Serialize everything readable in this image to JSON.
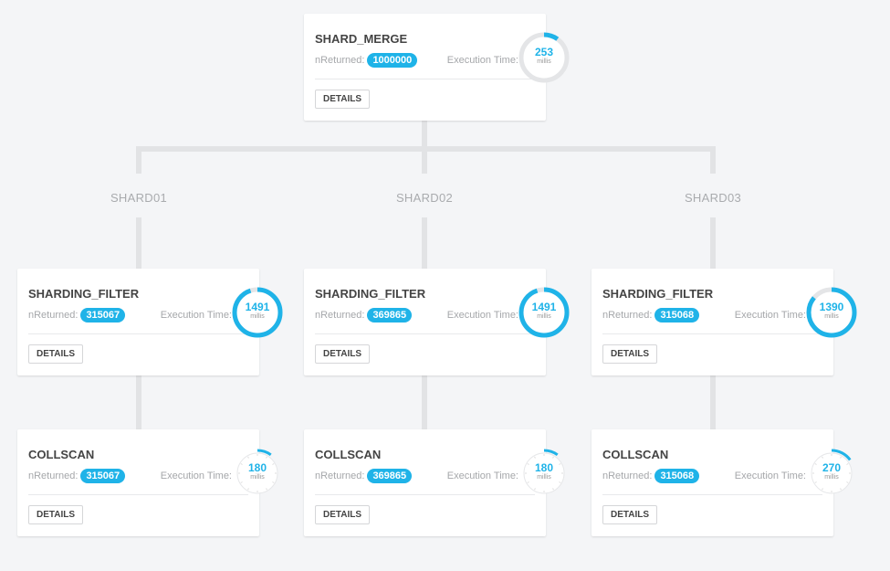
{
  "accent": "#1fb3e8",
  "shards": [
    "SHARD01",
    "SHARD02",
    "SHARD03"
  ],
  "nodes": [
    {
      "id": "merge",
      "title": "SHARD_MERGE",
      "returned_label": "nReturned:",
      "returned": "1000000",
      "exec_label": "Execution Time:",
      "time": "253",
      "unit": "millis",
      "progress": 0.1,
      "style": "thick",
      "details": "DETAILS"
    },
    {
      "id": "f1",
      "title": "SHARDING_FILTER",
      "returned_label": "nReturned:",
      "returned": "315067",
      "exec_label": "Execution Time:",
      "time": "1491",
      "unit": "millis",
      "progress": 0.95,
      "style": "thick",
      "details": "DETAILS"
    },
    {
      "id": "f2",
      "title": "SHARDING_FILTER",
      "returned_label": "nReturned:",
      "returned": "369865",
      "exec_label": "Execution Time:",
      "time": "1491",
      "unit": "millis",
      "progress": 0.95,
      "style": "thick",
      "details": "DETAILS"
    },
    {
      "id": "f3",
      "title": "SHARDING_FILTER",
      "returned_label": "nReturned:",
      "returned": "315068",
      "exec_label": "Execution Time:",
      "time": "1390",
      "unit": "millis",
      "progress": 0.86,
      "style": "thick",
      "details": "DETAILS"
    },
    {
      "id": "c1",
      "title": "COLLSCAN",
      "returned_label": "nReturned:",
      "returned": "315067",
      "exec_label": "Execution Time:",
      "time": "180",
      "unit": "millis",
      "progress": 0.1,
      "style": "thin",
      "details": "DETAILS"
    },
    {
      "id": "c2",
      "title": "COLLSCAN",
      "returned_label": "nReturned:",
      "returned": "369865",
      "exec_label": "Execution Time:",
      "time": "180",
      "unit": "millis",
      "progress": 0.1,
      "style": "thin",
      "details": "DETAILS"
    },
    {
      "id": "c3",
      "title": "COLLSCAN",
      "returned_label": "nReturned:",
      "returned": "315068",
      "exec_label": "Execution Time:",
      "time": "270",
      "unit": "millis",
      "progress": 0.15,
      "style": "thin",
      "details": "DETAILS"
    }
  ]
}
